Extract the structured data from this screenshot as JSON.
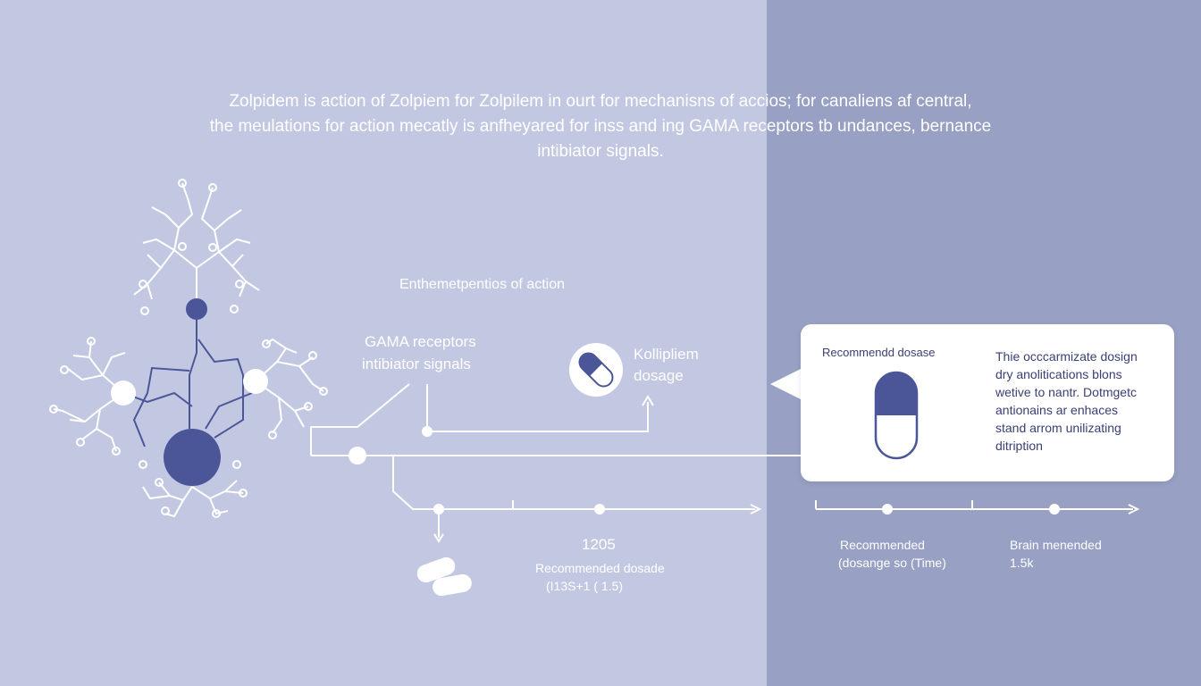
{
  "intro": {
    "lines": [
      "Zolpidem is action of Zolpiem for Zolpilem in ourt for mechanisns of accios; for canaliens af central,",
      "the meulations for action mecatly is anfheyared for inss and ing GAMA receptors tb undances, bernance",
      "intibiator signals."
    ]
  },
  "section_title": "Enthemetpentios of action",
  "receptor_label": {
    "line1": "GAMA receptors",
    "line2": "intibiator signals"
  },
  "drug_label": {
    "line1": "Kollipliem",
    "line2": "dosage"
  },
  "timeline_left": {
    "value": "1205",
    "caption": "Recommended dosade",
    "range": "(I13S+1 ( 1.5)"
  },
  "timeline_right": {
    "item1": {
      "line1": "Recommended",
      "line2": "(dosange so (Time)"
    },
    "item2": {
      "line1": "Brain menended",
      "line2": "1.5k"
    }
  },
  "card": {
    "title": "Recommendd dosase",
    "desc": [
      "Thie occcarmizate dosign",
      "dry anolitications blons",
      "wetive to nantr. Dotmgetc",
      "antionains ar enhaces",
      "stand arrom unilizating",
      "ditription"
    ]
  },
  "colors": {
    "left_bg": "#c3c8e2",
    "right_bg": "#98a0c3",
    "accent": "#4b5699",
    "line": "#ffffff"
  },
  "icons": [
    "neuron-network-icon",
    "capsule-icon",
    "pill-icon"
  ]
}
